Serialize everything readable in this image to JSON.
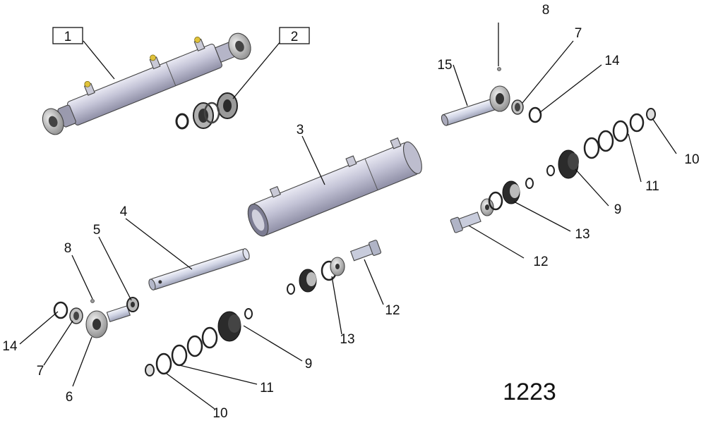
{
  "drawing_number": "1223",
  "callouts": [
    {
      "id": "c1",
      "text": "1",
      "boxed": true
    },
    {
      "id": "c2",
      "text": "2",
      "boxed": true
    },
    {
      "id": "c3",
      "text": "3"
    },
    {
      "id": "c4",
      "text": "4"
    },
    {
      "id": "c5",
      "text": "5"
    },
    {
      "id": "c6",
      "text": "6"
    },
    {
      "id": "c7a",
      "text": "7"
    },
    {
      "id": "c7b",
      "text": "7"
    },
    {
      "id": "c8a",
      "text": "8"
    },
    {
      "id": "c8b",
      "text": "8"
    },
    {
      "id": "c9a",
      "text": "9"
    },
    {
      "id": "c9b",
      "text": "9"
    },
    {
      "id": "c10a",
      "text": "10"
    },
    {
      "id": "c10b",
      "text": "10"
    },
    {
      "id": "c11a",
      "text": "11"
    },
    {
      "id": "c11b",
      "text": "11"
    },
    {
      "id": "c12a",
      "text": "12"
    },
    {
      "id": "c12b",
      "text": "12"
    },
    {
      "id": "c13a",
      "text": "13"
    },
    {
      "id": "c13b",
      "text": "13"
    },
    {
      "id": "c14a",
      "text": "14"
    },
    {
      "id": "c14b",
      "text": "14"
    },
    {
      "id": "c15",
      "text": "15"
    }
  ]
}
